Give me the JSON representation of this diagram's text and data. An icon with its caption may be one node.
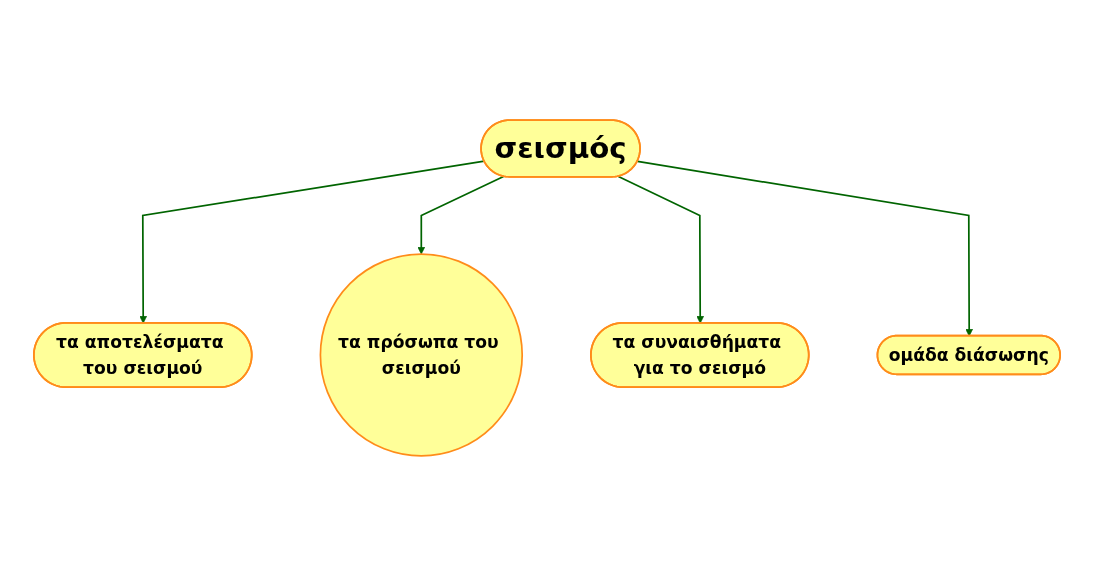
{
  "diagram": {
    "nodes": [
      {
        "text": [
          "τα αποτελέσματα του σεισμού"
        ]
      },
      {
        "text": [
          "σεισμός"
        ]
      },
      {
        "text": [
          "τα πρόσωπα του σεισμού"
        ]
      },
      {
        "text": [
          "τα συναισθήματα για το σεισμό"
        ]
      },
      {
        "text": [
          "ομάδα διάσωσης"
        ]
      }
    ],
    "edges": [
      {
        "from": 1,
        "to": 0,
        "arrow": "to"
      },
      {
        "from": 1,
        "to": 2,
        "arrow": "to"
      },
      {
        "from": 1,
        "to": 3,
        "arrow": "to"
      },
      {
        "from": 1,
        "to": 4,
        "arrow": "to"
      }
    ]
  }
}
